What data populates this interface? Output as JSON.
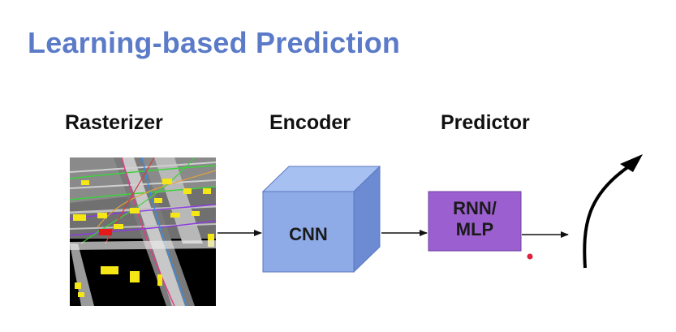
{
  "title": "Learning-based Prediction",
  "stages": {
    "rasterizer": "Rasterizer",
    "encoder": "Encoder",
    "predictor": "Predictor"
  },
  "boxes": {
    "cnn": "CNN",
    "rnn_mlp": "RNN/\nMLP"
  },
  "colors": {
    "title": "#5b7bc9",
    "cube_front": "#8eabe8",
    "cube_top": "#a7c0f2",
    "cube_side": "#6c8bd2",
    "predictor_box": "#9b5fcf",
    "arrow": "#111111",
    "laser_dot": "#e0203a"
  },
  "icons": [
    "raster-map-image",
    "cnn-cube",
    "curved-arrow-icon"
  ]
}
